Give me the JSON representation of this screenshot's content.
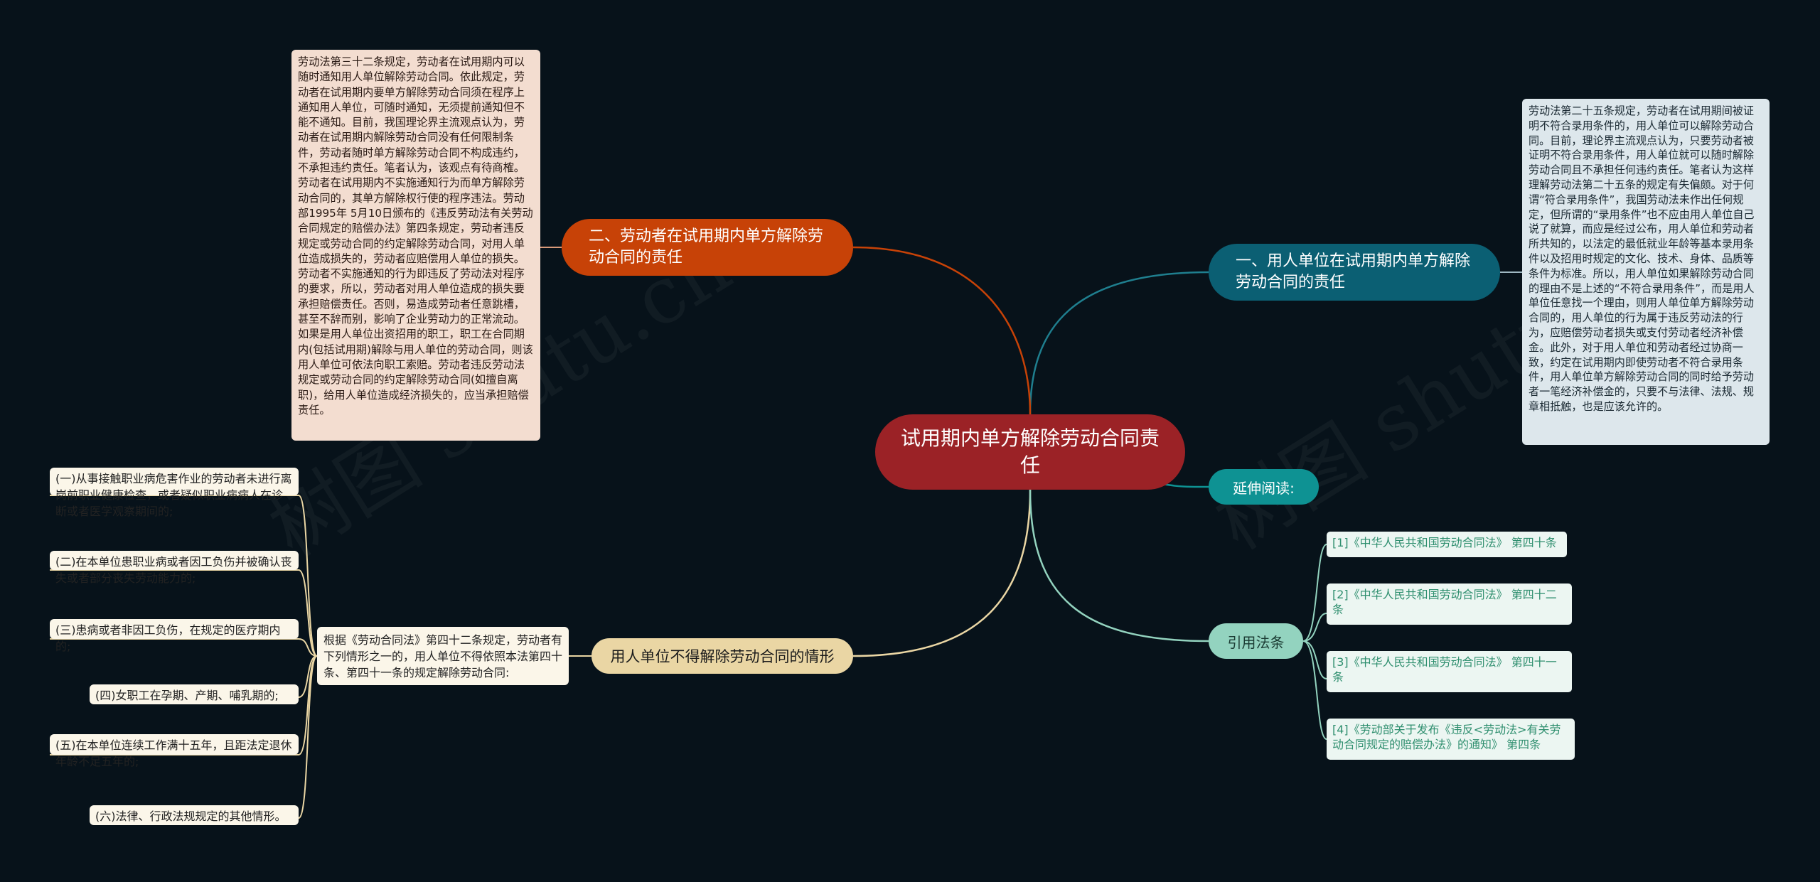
{
  "center": {
    "title": "试用期内单方解除劳动合同责任"
  },
  "branches": {
    "employer_liability": {
      "label": "一、用人单位在试用期内单方解除劳动合同的责任",
      "text": "劳动法第二十五条规定，劳动者在试用期间被证明不符合录用条件的，用人单位可以解除劳动合同。目前，理论界主流观点认为，只要劳动者被证明不符合录用条件，用人单位就可以随时解除劳动合同且不承担任何违约责任。笔者认为这样理解劳动法第二十五条的规定有失偏颇。对于何谓“符合录用条件”，我国劳动法未作出任何规定，但所谓的“录用条件”也不应由用人单位自己说了就算，而应是经过公布，用人单位和劳动者所共知的，以法定的最低就业年龄等基本录用条件以及招用时规定的文化、技术、身体、品质等条件为标准。所以，用人单位如果解除劳动合同的理由不是上述的“不符合录用条件”，而是用人单位任意找一个理由，则用人单位单方解除劳动合同的，用人单位的行为属于违反劳动法的行为，应赔偿劳动者损失或支付劳动者经济补偿金。此外，对于用人单位和劳动者经过协商一致，约定在试用期内即使劳动者不符合录用条件，用人单位单方解除劳动合同的同时给予劳动者一笔经济补偿金的，只要不与法律、法规、规章相抵触，也是应该允许的。"
    },
    "worker_liability": {
      "label": "二、劳动者在试用期内单方解除劳动合同的责任",
      "text": "劳动法第三十二条规定，劳动者在试用期内可以随时通知用人单位解除劳动合同。依此规定，劳动者在试用期内要单方解除劳动合同须在程序上通知用人单位，可随时通知，无须提前通知但不能不通知。目前，我国理论界主流观点认为，劳动者在试用期内解除劳动合同没有任何限制条件，劳动者随时单方解除劳动合同不构成违约，不承担违约责任。笔者认为，该观点有待商榷。劳动者在试用期内不实施通知行为而单方解除劳动合同的，其单方解除权行使的程序违法。劳动部1995年 5月10日颁布的《违反劳动法有关劳动合同规定的赔偿办法》第四条规定，劳动者违反规定或劳动合同的约定解除劳动合同，对用人单位造成损失的，劳动者应赔偿用人单位的损失。劳动者不实施通知的行为即违反了劳动法对程序的要求，所以，劳动者对用人单位造成的损失要承担赔偿责任。否则，易造成劳动者任意跳槽，甚至不辞而别，影响了企业劳动力的正常流动。如果是用人单位出资招用的职工，职工在合同期内(包括试用期)解除与用人单位的劳动合同，则该用人单位可依法向职工索赔。劳动者违反劳动法规定或劳动合同的约定解除劳动合同(如擅自离职)，给用人单位造成经济损失的，应当承担赔偿责任。"
    },
    "cannot_terminate": {
      "label": "用人单位不得解除劳动合同的情形",
      "intro": "根据《劳动合同法》第四十二条规定，劳动者有下列情形之一的，用人单位不得依照本法第四十条、第四十一条的规定解除劳动合同:",
      "items": [
        "(一)从事接触职业病危害作业的劳动者未进行离岗前职业健康检查，或者疑似职业病病人在诊断或者医学观察期间的;",
        "(二)在本单位患职业病或者因工负伤并被确认丧失或者部分丧失劳动能力的;",
        "(三)患病或者非因工负伤，在规定的医疗期内的;",
        "(四)女职工在孕期、产期、哺乳期的;",
        "(五)在本单位连续工作满十五年，且距法定退休年龄不足五年的;",
        "(六)法律、行政法规规定的其他情形。"
      ]
    },
    "extended_reading": {
      "label": "延伸阅读:"
    },
    "cited_laws": {
      "label": "引用法条",
      "items": [
        "[1]《中华人民共和国劳动合同法》 第四十条",
        "[2]《中华人民共和国劳动合同法》 第四十二条",
        "[3]《中华人民共和国劳动合同法》 第四十一条",
        "[4]《劳动部关于发布《违反<劳动法>有关劳动合同规定的赔偿办法》的通知》 第四条"
      ]
    }
  },
  "watermark": "树图 shutu.cn",
  "colors": {
    "background": "#07121a",
    "center": "#9b2226",
    "employer_branch": "#0b5f73",
    "worker_branch": "#c74207",
    "cannot_branch": "#ead6a4",
    "extended_branch": "#0e9293",
    "cited_branch": "#93d3bf"
  }
}
